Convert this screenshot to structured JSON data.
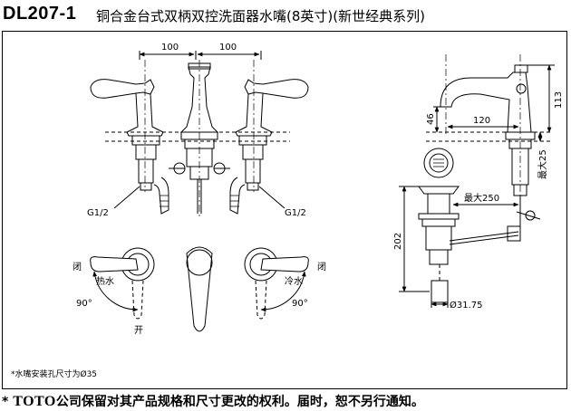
{
  "header": {
    "model": "DL207-1",
    "description": "铜合金台式双柄双控洗面器水嘴(8英寸)(新世经典系列)"
  },
  "dimensions": {
    "spacing_left": "100",
    "spacing_right": "100",
    "spout_height_offset": "46",
    "spout_reach": "120",
    "height": "113",
    "max_thickness": "最大25",
    "max_250": "最大250",
    "drain_length": "202",
    "drain_diameter": "Ø31.75",
    "thread_left": "G1/2",
    "thread_right": "G1/2"
  },
  "handle_labels": {
    "close_left": "闭",
    "hot": "热水",
    "angle_left": "90°",
    "open_left": "开",
    "close_right": "闭",
    "cold": "冷水",
    "angle_right": "90°"
  },
  "notes": {
    "install_hole": "*水嘴安装孔尺寸为Ø35"
  },
  "footer": {
    "mark": "*",
    "brand": "TOTO",
    "text": "公司保留对其产品规格和尺寸更改的权利。届时，恕不另行通知。"
  }
}
